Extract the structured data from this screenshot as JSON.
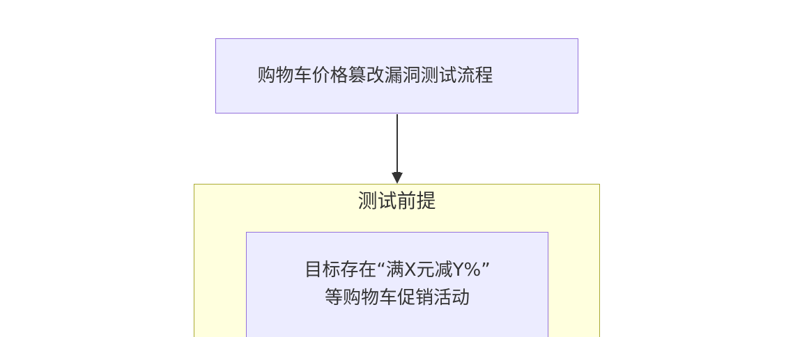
{
  "nodes": {
    "title": "购物车价格篡改漏洞测试流程",
    "inner_line1": "目标存在“满X元减Y%”",
    "inner_line2": "等购物车促销活动"
  },
  "cluster": {
    "label": "测试前提"
  },
  "colors": {
    "node_fill": "#ececff",
    "node_border": "#9370db",
    "cluster_fill": "#ffffde",
    "cluster_border": "#aaaa33",
    "edge": "#333333",
    "text": "#333333"
  }
}
